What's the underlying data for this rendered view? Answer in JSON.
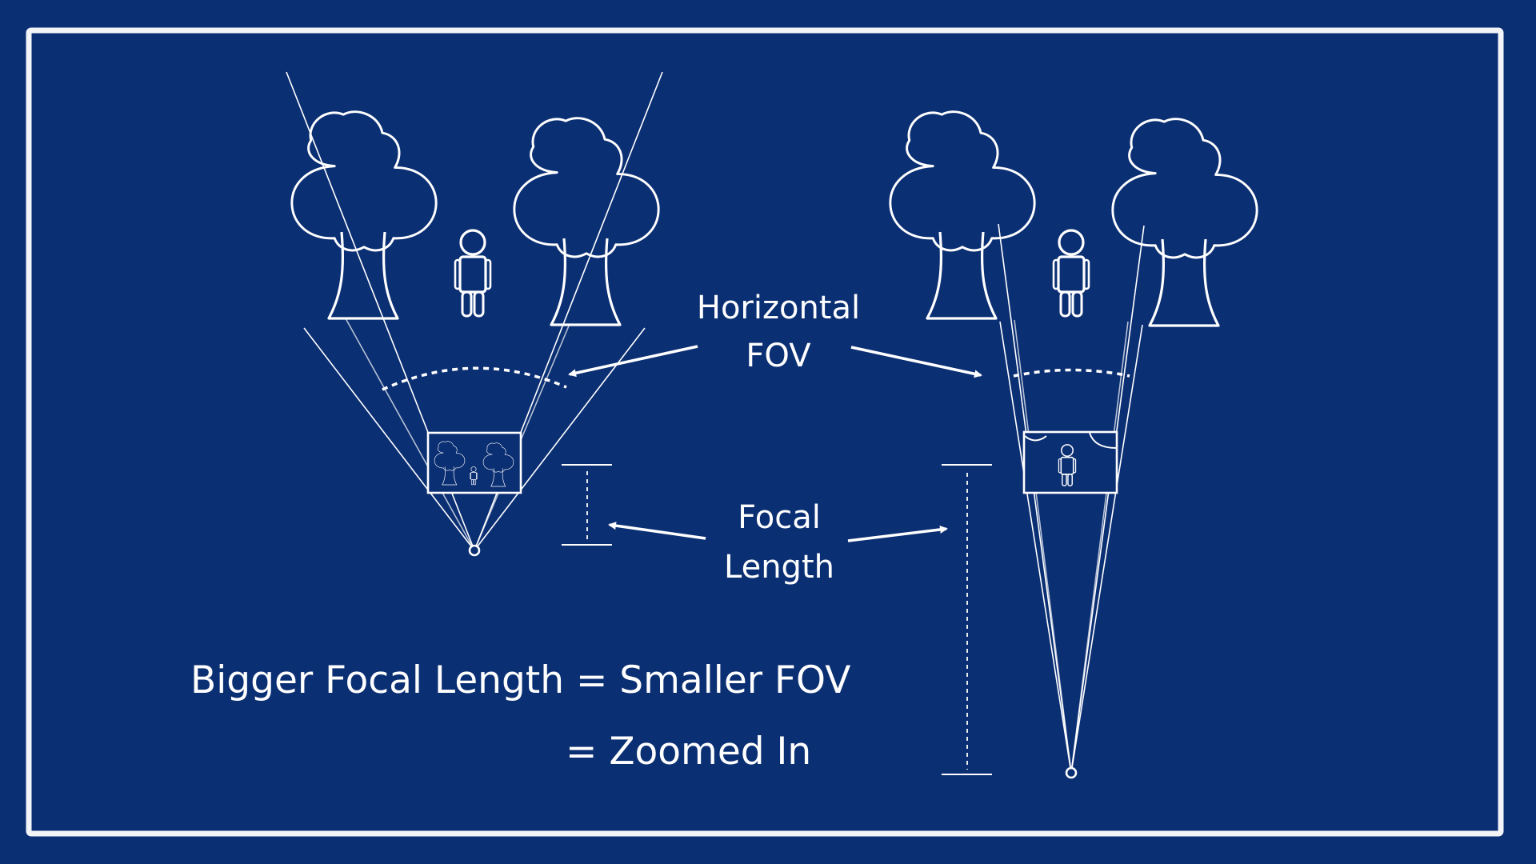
{
  "labels": {
    "fov_line1": "Horizontal",
    "fov_line2": "FOV",
    "focal_line1": "Focal",
    "focal_line2": "Length",
    "equation_line1": "Bigger Focal Length = Smaller FOV",
    "equation_line2": "= Zoomed In"
  },
  "colors": {
    "background": "#0b2f73",
    "frame": "#f2f4f8",
    "ink": "#ffffff"
  },
  "icons": {
    "tree": "tree-icon",
    "person": "person-icon",
    "camera": "camera-point-icon"
  }
}
